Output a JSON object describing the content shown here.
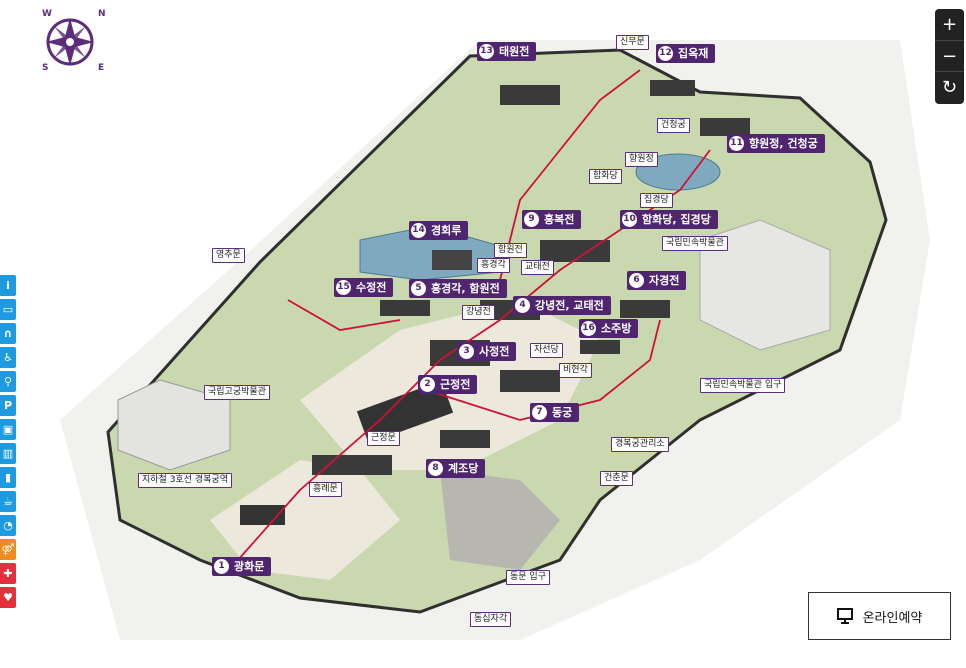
{
  "compass": {
    "n": "N",
    "e": "E",
    "s": "S",
    "w": "W"
  },
  "zoom": {
    "in_label": "+",
    "out_label": "−",
    "reset_label": "↻"
  },
  "online_reservation": {
    "label": "온라인예약"
  },
  "main_labels": [
    {
      "num": "1",
      "text": "광화문"
    },
    {
      "num": "2",
      "text": "근정전"
    },
    {
      "num": "3",
      "text": "사정전"
    },
    {
      "num": "4",
      "text": "강녕전, 교태전"
    },
    {
      "num": "5",
      "text": "흥경각, 함원전"
    },
    {
      "num": "6",
      "text": "자경전"
    },
    {
      "num": "7",
      "text": "동궁"
    },
    {
      "num": "8",
      "text": "계조당"
    },
    {
      "num": "9",
      "text": "흥복전"
    },
    {
      "num": "10",
      "text": "함화당, 집경당"
    },
    {
      "num": "11",
      "text": "향원정, 건청궁"
    },
    {
      "num": "12",
      "text": "집옥재"
    },
    {
      "num": "13",
      "text": "태원전"
    },
    {
      "num": "14",
      "text": "경회루"
    },
    {
      "num": "15",
      "text": "수정전"
    },
    {
      "num": "16",
      "text": "소주방"
    }
  ],
  "sub_labels": [
    "신무문",
    "건청궁",
    "향원정",
    "함화당",
    "집경당",
    "국립민속박물관",
    "영추문",
    "함원전",
    "흥경각",
    "교태전",
    "강녕전",
    "자선당",
    "비현각",
    "국립고궁박물관",
    "국립민속박물관 입구",
    "근정문",
    "경복궁관리소",
    "흥례문",
    "건춘문",
    "지하철 3호선 경복궁역",
    "동문 입구",
    "동십자각"
  ],
  "sidebar_icons": [
    {
      "name": "info",
      "glyph": "i",
      "color": "#1e9be0"
    },
    {
      "name": "ticket",
      "glyph": "▭",
      "color": "#1e9be0"
    },
    {
      "name": "audio-guide",
      "glyph": "∩",
      "color": "#1e9be0"
    },
    {
      "name": "wheelchair",
      "glyph": "♿",
      "color": "#1e9be0"
    },
    {
      "name": "stroller",
      "glyph": "⚲",
      "color": "#1e9be0"
    },
    {
      "name": "parking",
      "glyph": "P",
      "color": "#1e9be0"
    },
    {
      "name": "gift",
      "glyph": "▣",
      "color": "#1e9be0"
    },
    {
      "name": "locker",
      "glyph": "▥",
      "color": "#1e9be0"
    },
    {
      "name": "water",
      "glyph": "▮",
      "color": "#1e9be0"
    },
    {
      "name": "cafe",
      "glyph": "☕",
      "color": "#1e9be0"
    },
    {
      "name": "nursing",
      "glyph": "◔",
      "color": "#1e9be0"
    },
    {
      "name": "restroom",
      "glyph": "⚤",
      "color": "#f08c1e"
    },
    {
      "name": "first-aid",
      "glyph": "✚",
      "color": "#e4303c"
    },
    {
      "name": "aed",
      "glyph": "♥",
      "color": "#e4303c"
    }
  ],
  "colors": {
    "accent": "#4f2570",
    "route": "#d0103a",
    "grass": "#c9d8ae",
    "path": "#eeeae0",
    "roof": "#3a3a3a"
  }
}
